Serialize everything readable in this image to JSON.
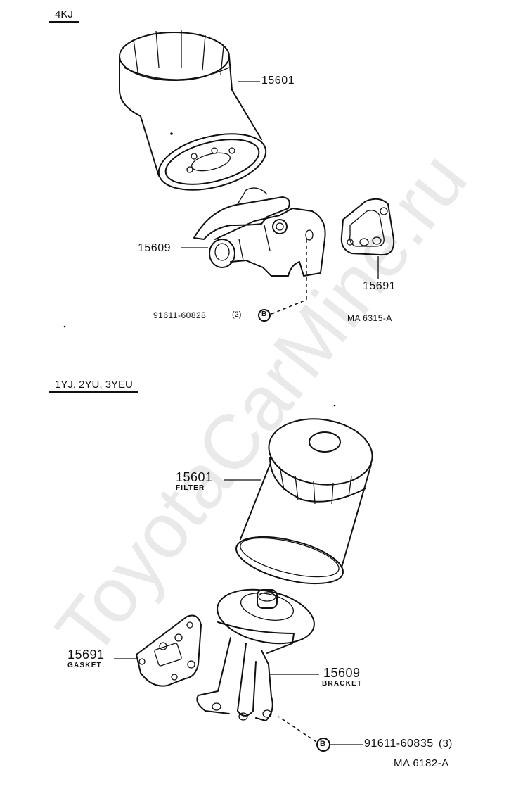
{
  "watermark": "ToyotaCarMine.ru",
  "top_section": {
    "title": "4KJ",
    "filter_part": "15601",
    "bracket_part": "15609",
    "gasket_part": "15691",
    "bolt_part": "91611-60828",
    "bolt_qty": "(2)",
    "bolt_symbol": "B",
    "figure_ref": "MA 6315-A"
  },
  "bottom_section": {
    "title": "1YJ, 2YU, 3YEU",
    "filter_part": "15601",
    "filter_name": "FILTER",
    "gasket_part": "15691",
    "gasket_name": "GASKET",
    "bracket_part": "15609",
    "bracket_name": "BRACKET",
    "bolt_symbol": "B",
    "bolt_part": "91611-60835",
    "bolt_qty": "(3)",
    "figure_ref": "MA 6182-A"
  }
}
